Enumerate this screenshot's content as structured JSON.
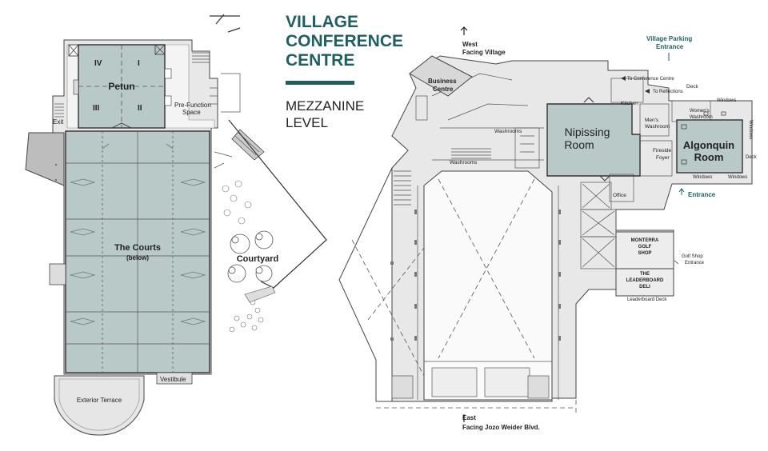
{
  "title": {
    "line1": "VILLAGE",
    "line2": "CONFERENCE",
    "line3": "CENTRE",
    "level1": "MEZZANINE",
    "level2": "LEVEL"
  },
  "colors": {
    "teal": "#1f5f63",
    "room_fill": "#b9c9c7",
    "floor_fill": "#e8e8e8"
  },
  "left_building": {
    "petun": "Petun",
    "section_iv": "IV",
    "section_i": "I",
    "section_iii": "III",
    "section_ii": "II",
    "pre_function_1": "Pre-Function",
    "pre_function_2": "Space",
    "exit": "Exit",
    "courts": "The Courts",
    "courts_sub": "(below)",
    "courtyard": "Courtyard",
    "vestibule": "Vestibule",
    "exterior_terrace": "Exterior Terrace"
  },
  "right_building": {
    "west_1": "West",
    "west_2": "Facing Village",
    "east_1": "East",
    "east_2": "Facing Jozo Weider Blvd.",
    "business_1": "Business",
    "business_2": "Centre",
    "washrooms_a": "Washrooms",
    "washrooms_b": "Washrooms",
    "parking_1": "Village Parking",
    "parking_2": "Entrance",
    "to_conference": "To Conference Centre",
    "to_reflections": "To Reflections",
    "deck_top": "Deck",
    "kitchen": "Kitchen",
    "nipissing_1": "Nipissing",
    "nipissing_2": "Room",
    "mens_1": "Men's",
    "mens_2": "Washroom",
    "womens_1": "Women's",
    "womens_2": "Washroom",
    "windows_top": "Windows",
    "windows_right": "Windows",
    "windows_left": "Windows",
    "windows_bottom": "Windows",
    "deck_right": "Deck",
    "fireside_1": "Fireside",
    "fireside_2": "Foyer",
    "algonquin_1": "Algonquin",
    "algonquin_2": "Room",
    "entrance": "Entrance",
    "office": "Office",
    "monterra_1": "MONTERRA",
    "monterra_2": "GOLF",
    "monterra_3": "SHOP",
    "golf_entrance_1": "Golf Shop",
    "golf_entrance_2": "Entrance",
    "deli_1": "THE",
    "deli_2": "LEADERBOARD",
    "deli_3": "DELI",
    "leaderboard_deck": "Leaderboard Deck"
  }
}
